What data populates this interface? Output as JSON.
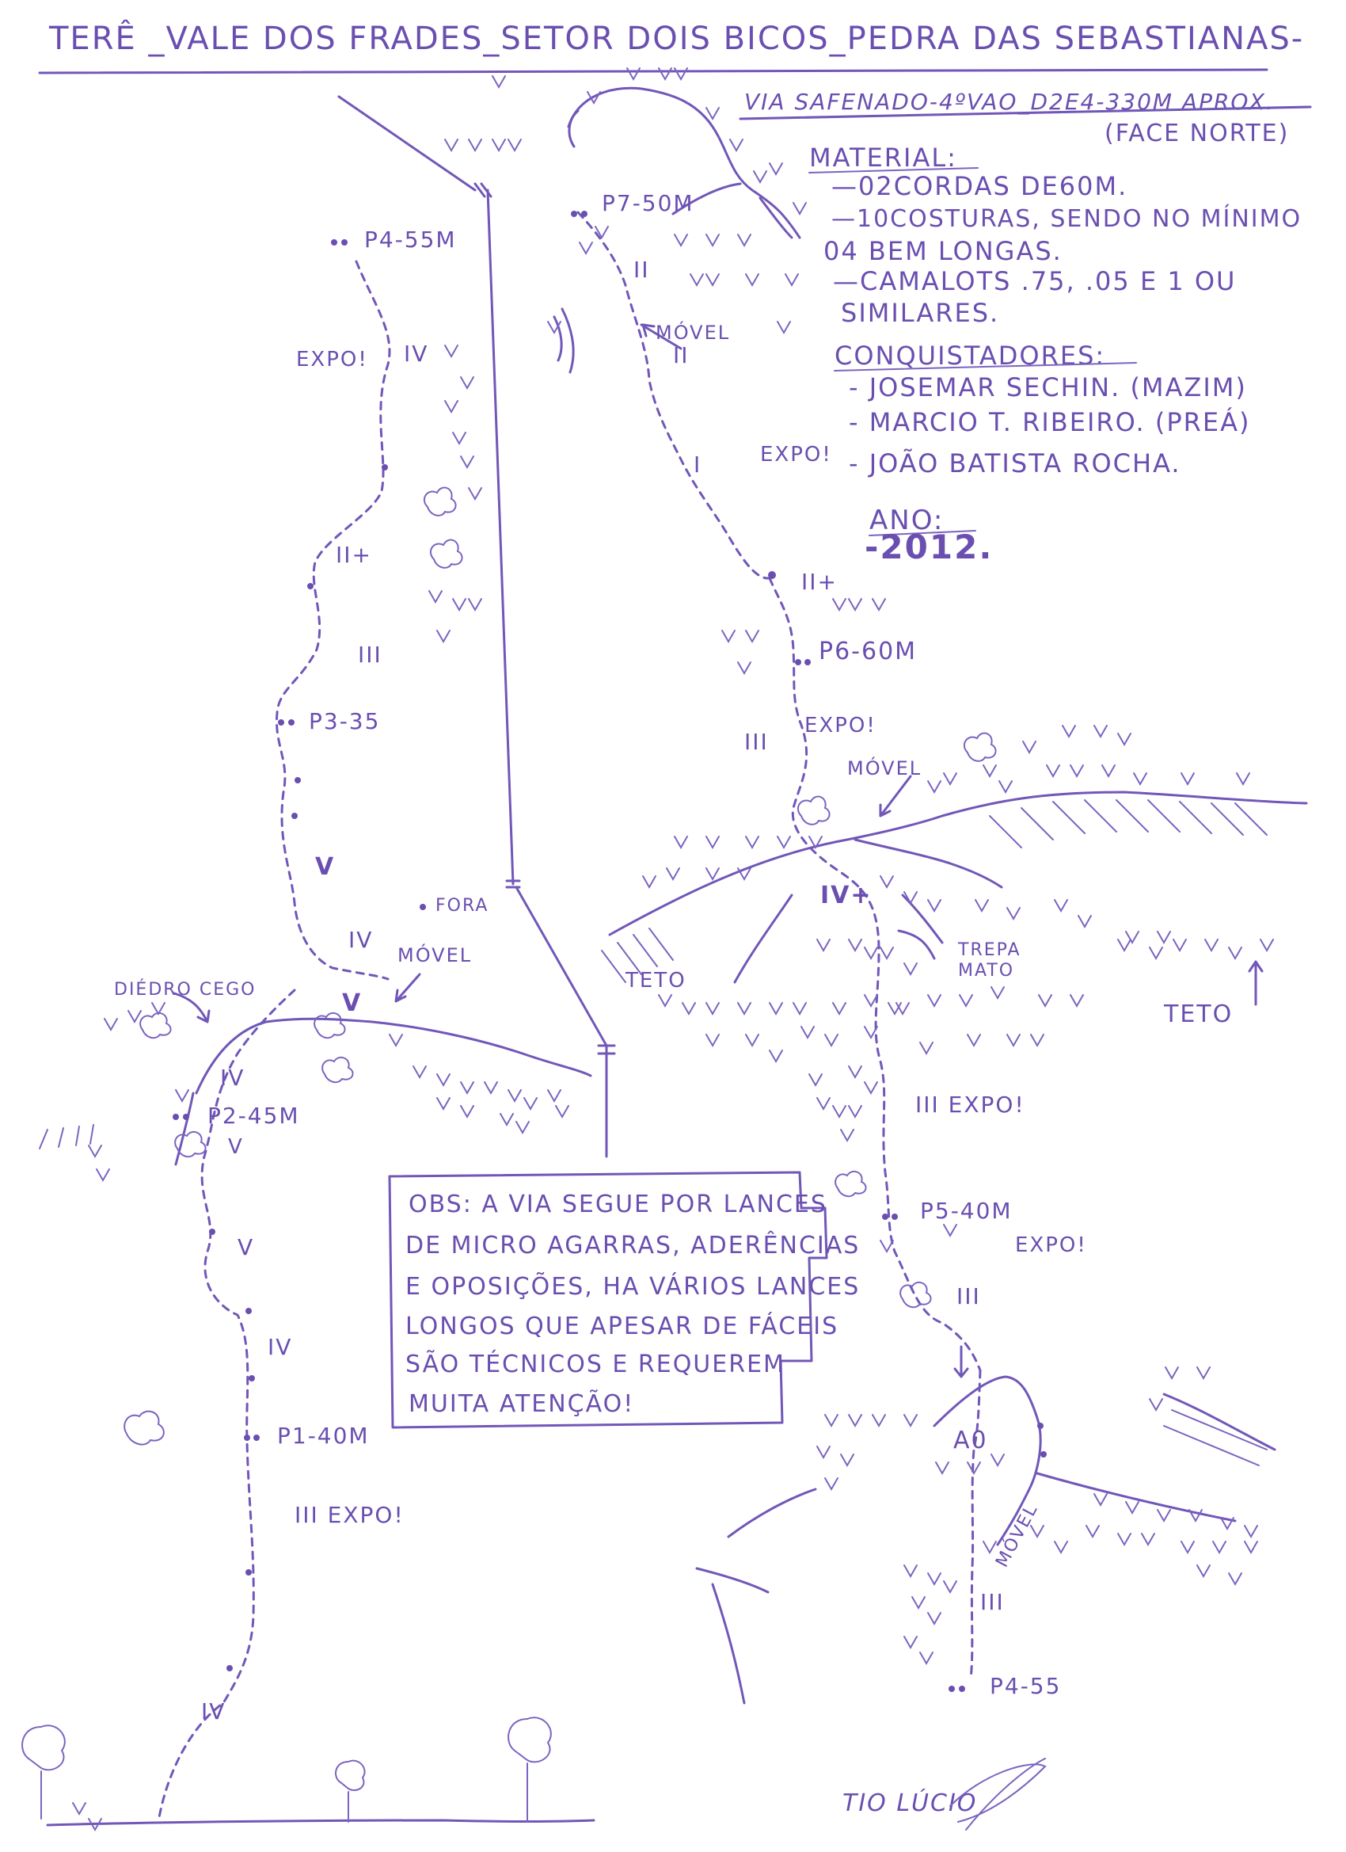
{
  "header": {
    "title": "TERÊ _VALE DOS FRADES_SETOR DOIS BICOS_PEDRA DAS SEBASTIANAS-",
    "route": "VIA SAFENADO-4ºVAO_D2E4-330M APROX.",
    "face": "(FACE NORTE)"
  },
  "material": {
    "heading": "MATERIAL:",
    "lines": [
      "—02CORDAS DE60M.",
      "—10COSTURAS, SENDO NO MÍNIMO",
      "04 BEM LONGAS.",
      "—CAMALOTS .75, .05 E 1 OU",
      "SIMILARES."
    ]
  },
  "conquistadores": {
    "heading": "CONQUISTADORES:",
    "lines": [
      "- JOSEMAR SECHIN. (MAZIM)",
      "- MARCIO T. RIBEIRO. (PREÁ)",
      "- JOÃO BATISTA ROCHA."
    ]
  },
  "ano": {
    "heading": "ANO:",
    "value": "-2012."
  },
  "obs": {
    "lines": [
      "OBS: A VIA SEGUE POR LANCES",
      "DE MICRO AGARRAS, ADERÊNCIAS",
      "E OPOSIÇÕES, HA VÁRIOS LANCES",
      "LONGOS QUE APESAR DE FÁCEIS",
      "SÃO TÉCNICOS E REQUEREM",
      "MUITA ATENÇÃO!"
    ]
  },
  "labels": {
    "p7": "P7-50M",
    "p4a": "P4-55M",
    "p6": "P6-60M",
    "p3": "P3-35",
    "p2": "P2-45M",
    "p5": "P5-40M",
    "p1": "P1-40M",
    "p4b": "P4-55",
    "g_ii_a": "II",
    "g_ii_b": "II",
    "movel_a": "MÓVEL",
    "movel_b": "MÓVEL",
    "movel_c": "MÓVEL",
    "movel_d": "MÓVEL",
    "expo_a": "EXPO!",
    "g_iv_a": "IV",
    "g_i": "I",
    "expo_b": "EXPO!",
    "g_ii_plus_a": "II+",
    "g_ii_plus_b": "II+",
    "g_iii_a": "III",
    "g_iii_b": "III",
    "expo_c": "EXPO!",
    "g_v_a": "V",
    "g_iv_plus": "IV+",
    "fora": "FORA",
    "g_iv_b": "IV",
    "teto_a": "TETO",
    "trepa": "TREPA",
    "mato": "MATO",
    "teto_b": "TETO",
    "diedro": "DIÉDRO CEGO",
    "g_v_b": "V",
    "g_iv_c": "IV",
    "g_v_c": "V",
    "g_iii_expo_a": "III EXPO!",
    "g_v_d": "V",
    "expo_d": "EXPO!",
    "g_iii_c": "III",
    "g_iv_d": "IV",
    "a0": "A0",
    "g_iii_expo_b": "III EXPO!",
    "g_iii_d": "III",
    "g_iv_e": "IV",
    "signature": "TIO LÚCIO"
  },
  "colors": {
    "ink": "#6a4fb0",
    "paper": "#ffffff"
  }
}
